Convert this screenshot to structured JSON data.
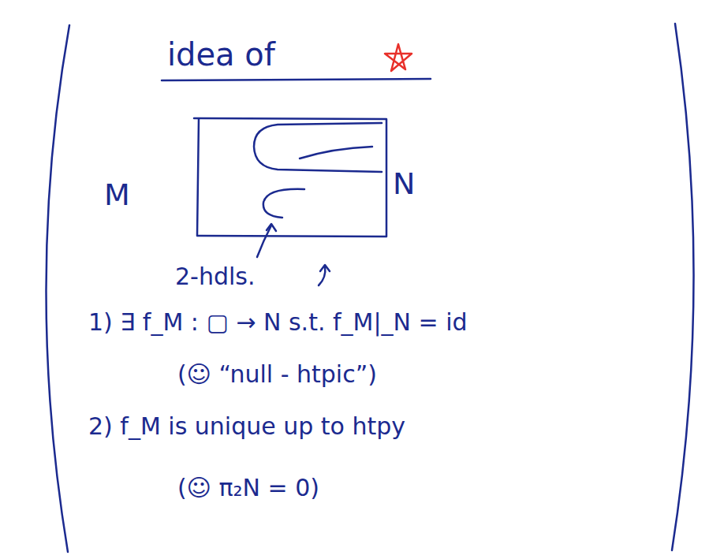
{
  "diagram": {
    "title": "idea of",
    "labels": [
      "M",
      "N",
      "2-hdls.",
      "1) ∃ f_M : ▢ → N s.t. f_M|_N = id",
      "(☺ “null - htpic”)",
      "2) f_M is unique up to htpy",
      "(☺ π₂N = 0)"
    ]
  }
}
